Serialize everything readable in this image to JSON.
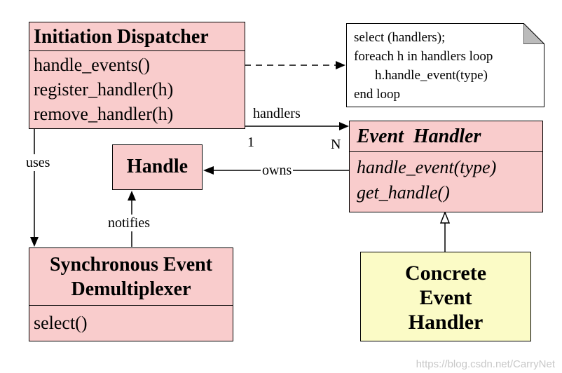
{
  "classes": {
    "dispatcher": {
      "name": "Initiation Dispatcher",
      "methods": [
        "handle_events()",
        "register_handler(h)",
        "remove_handler(h)"
      ]
    },
    "handle": {
      "name": "Handle"
    },
    "demux": {
      "name_line1": "Synchronous Event",
      "name_line2": "Demultiplexer",
      "methods": [
        "select()"
      ]
    },
    "event_handler": {
      "name": "Event  Handler",
      "methods": [
        "handle_event(type)",
        "get_handle()"
      ]
    },
    "concrete": {
      "line1": "Concrete",
      "line2": "Event",
      "line3": "Handler"
    }
  },
  "note": {
    "lines": [
      "select (handlers);",
      "foreach h in handlers loop",
      "h.handle_event(type)",
      "end loop"
    ]
  },
  "relations": {
    "handlers": {
      "label": "handlers",
      "mult_source": "1",
      "mult_target": "N"
    },
    "owns": {
      "label": "owns"
    },
    "uses": {
      "label": "uses"
    },
    "notifies": {
      "label": "notifies"
    }
  },
  "watermark": "https://blog.csdn.net/CarryNet"
}
